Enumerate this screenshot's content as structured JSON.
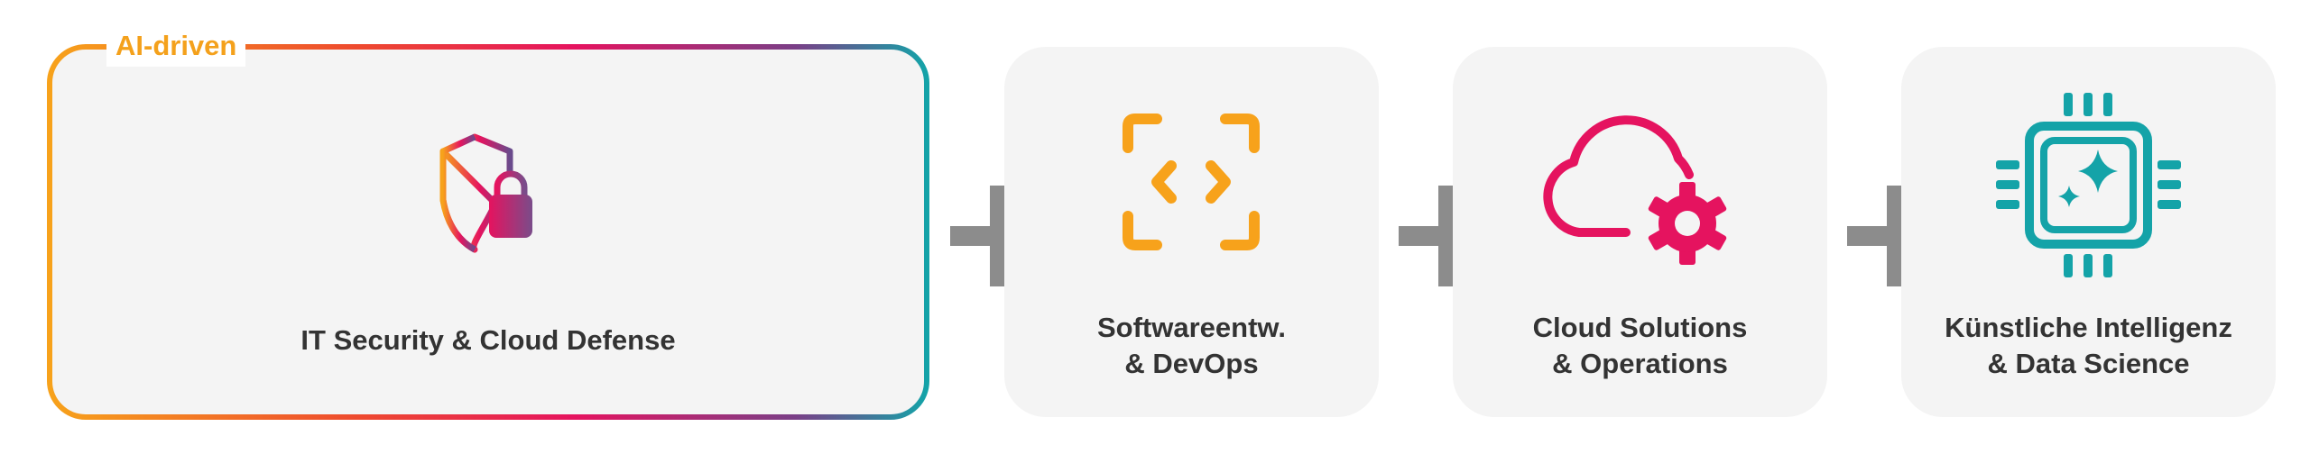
{
  "badge": {
    "text": "AI-driven"
  },
  "cards": [
    {
      "name": "it-security",
      "lines": [
        "IT Security & Cloud Defense"
      ],
      "icon": "shield-lock-icon",
      "color": "gradient"
    },
    {
      "name": "software-devops",
      "lines": [
        "Softwareentw.",
        "& DevOps"
      ],
      "icon": "code-brackets-icon",
      "color": "#f7a21b"
    },
    {
      "name": "cloud-ops",
      "lines": [
        "Cloud Solutions",
        "& Operations"
      ],
      "icon": "cloud-gear-icon",
      "color": "#e5135f"
    },
    {
      "name": "ai-data",
      "lines": [
        "Künstliche Intelligenz",
        "& Data Science"
      ],
      "icon": "ai-chip-icon",
      "color": "#14a3a8"
    }
  ],
  "colors": {
    "orange": "#f7a21b",
    "magenta": "#e5135f",
    "teal": "#14a3a8",
    "purple": "#6a4a8c",
    "plus": "#8c8c8c",
    "text": "#333333"
  }
}
